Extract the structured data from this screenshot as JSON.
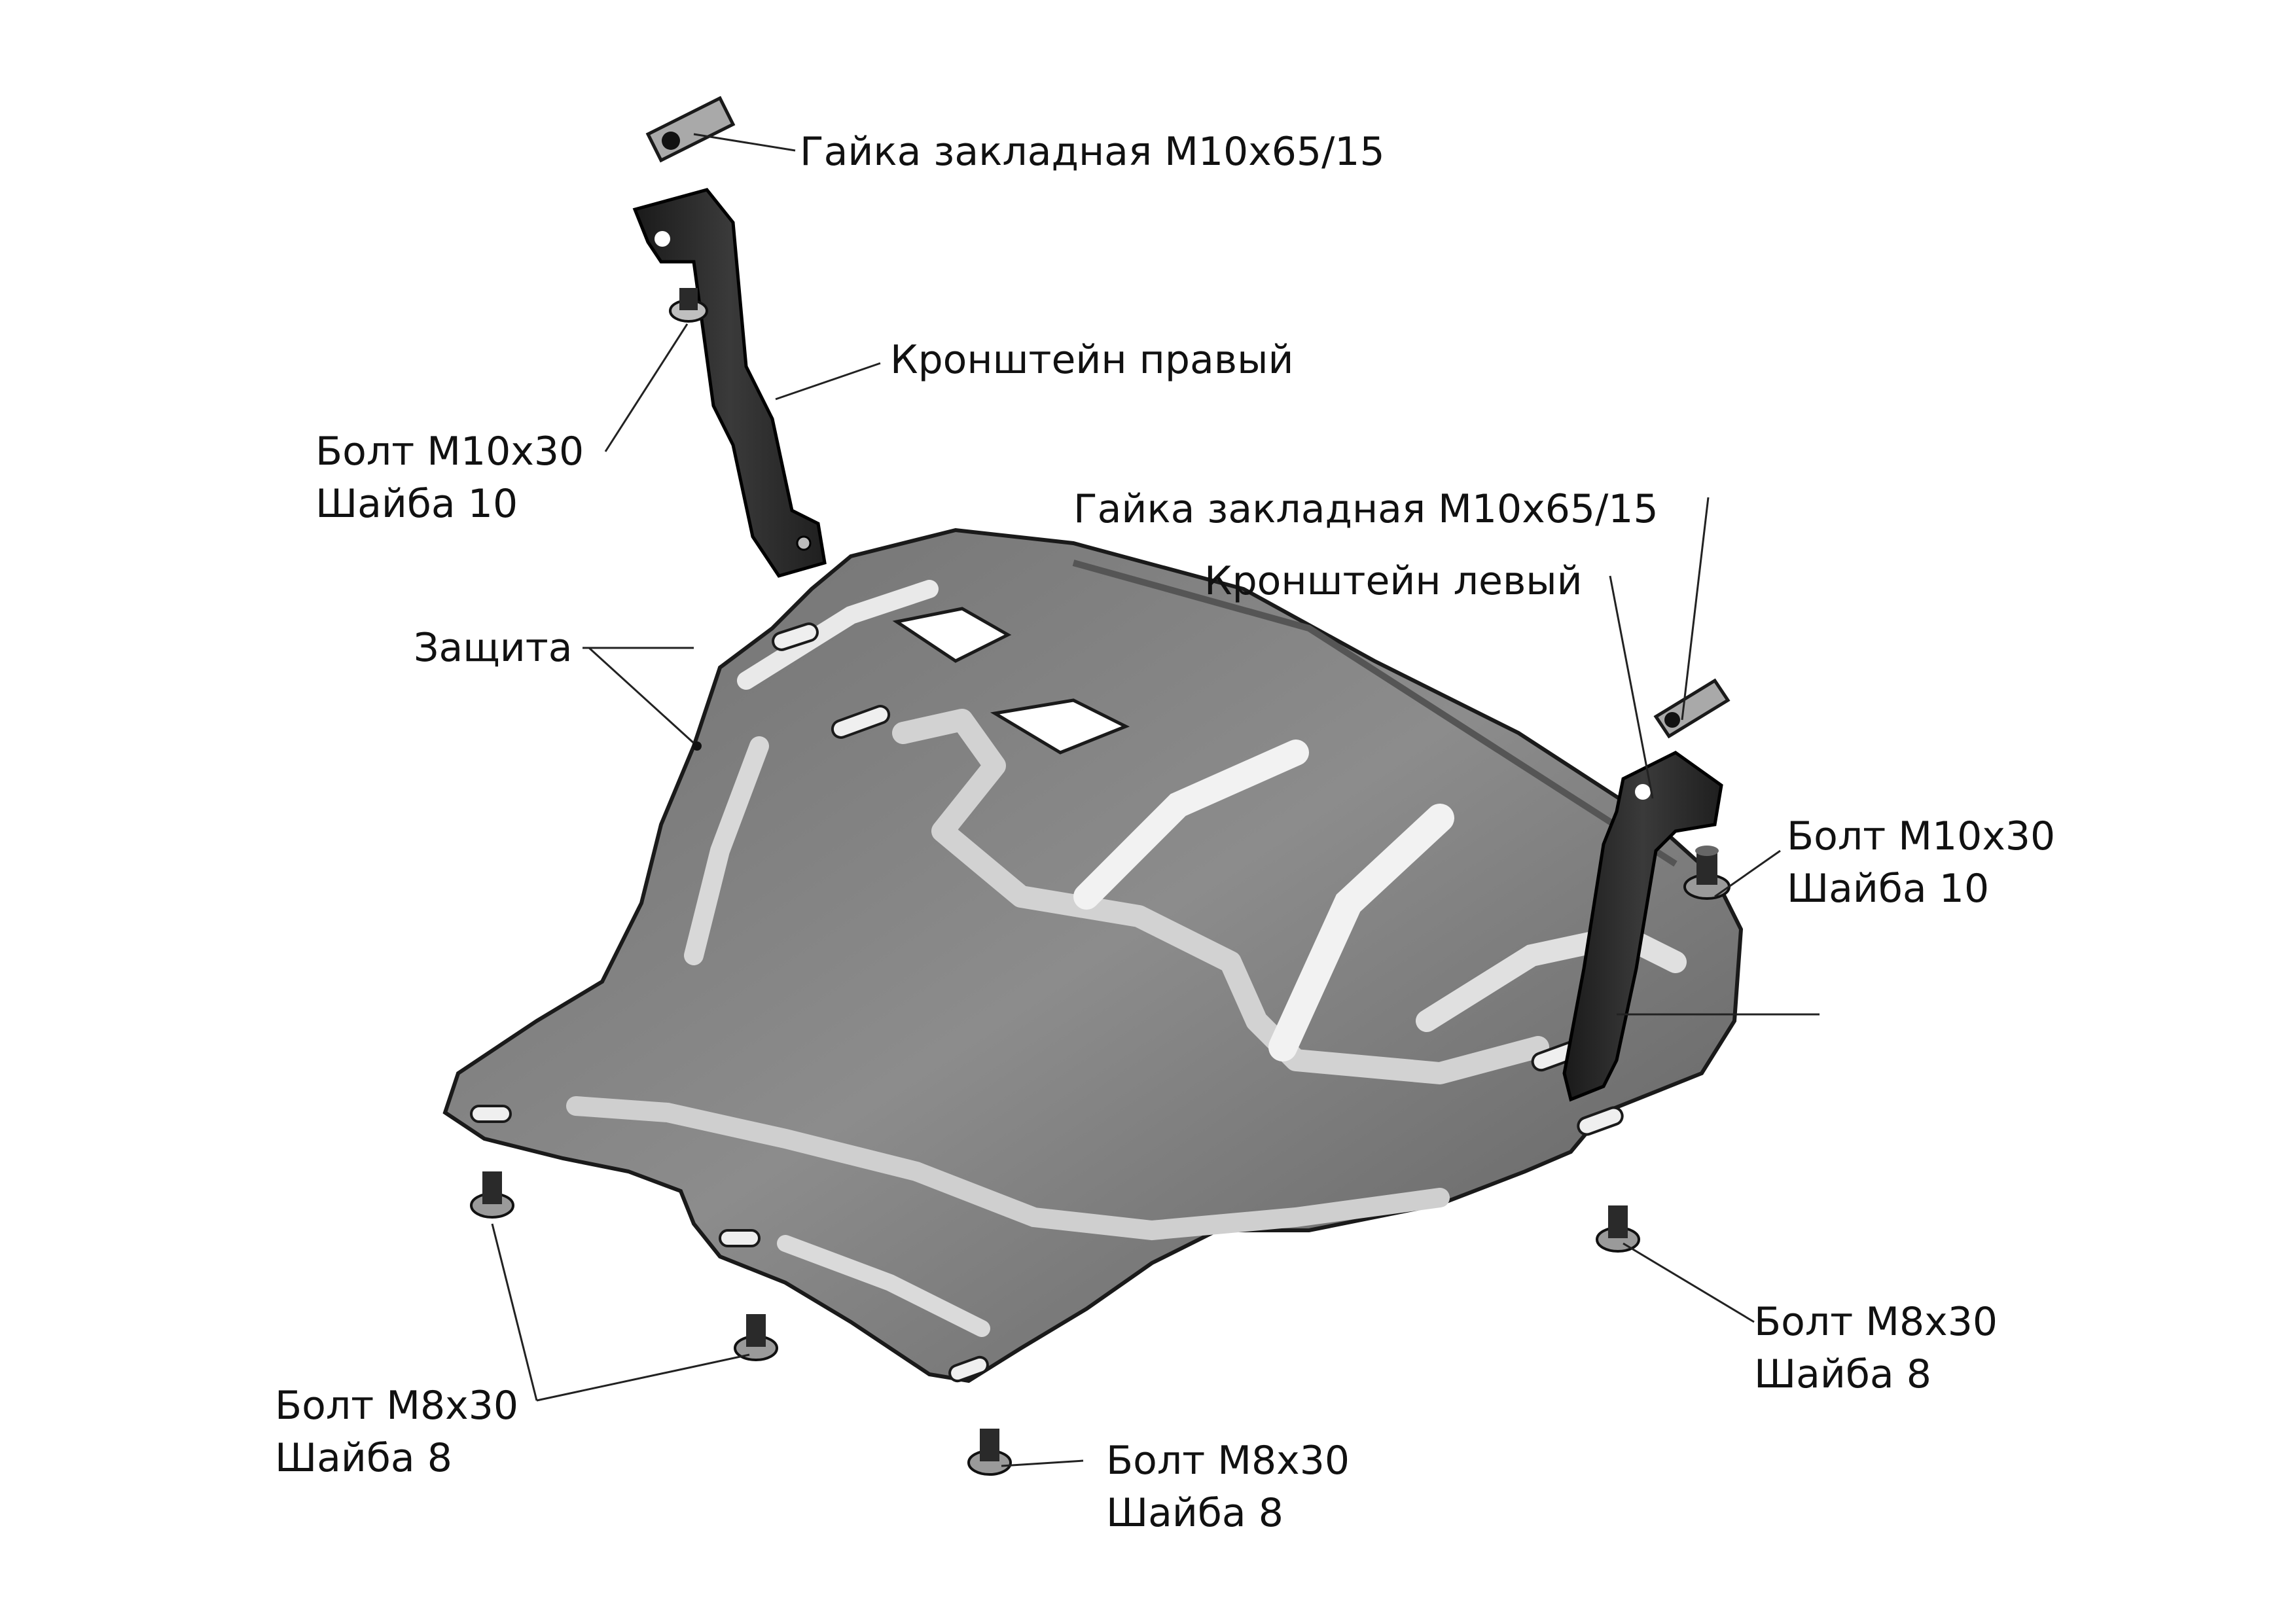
{
  "labels": {
    "nut_top": "Гайка закладная М10х65/15",
    "bracket_right": "Кронштейн правый",
    "bolt_m10_left_line1": "Болт М10х30",
    "bolt_m10_left_line2": "Шайба 10",
    "nut_mid": "Гайка закладная М10х65/15",
    "bracket_left": "Кронштейн левый",
    "guard": "Защита",
    "bolt_m10_right_line1": "Болт М10х30",
    "bolt_m10_right_line2": "Шайба 10",
    "bolt_m8_right_line1": "Болт М8х30",
    "bolt_m8_right_line2": "Шайба 8",
    "bolt_m8_left_line1": "Болт М8х30",
    "bolt_m8_left_line2": "Шайба 8",
    "bolt_m8_bottom_line1": "Болт М8х30",
    "bolt_m8_bottom_line2": "Шайба 8"
  },
  "colors": {
    "part_fill": "#8a8a8a",
    "part_dark": "#2b2b2b",
    "part_light": "#e6e6e6",
    "line": "#222222"
  }
}
